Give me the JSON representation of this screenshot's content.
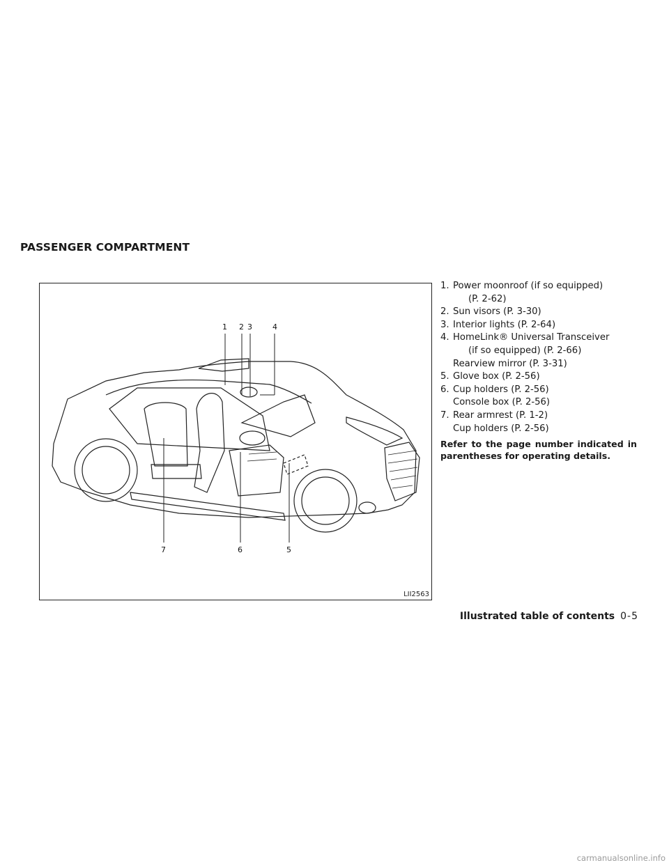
{
  "section_title": "PASSENGER COMPARTMENT",
  "figure": {
    "code": "LII2563",
    "callouts": [
      "1",
      "2",
      "3",
      "4",
      "5",
      "6",
      "7"
    ]
  },
  "legend": [
    {
      "num": "1.",
      "lines": [
        "Power moonroof (if so equipped)",
        "(P. 2-62)"
      ]
    },
    {
      "num": "2.",
      "lines": [
        "Sun visors (P. 3-30)"
      ]
    },
    {
      "num": "3.",
      "lines": [
        "Interior lights (P. 2-64)"
      ]
    },
    {
      "num": "4.",
      "lines": [
        "HomeLink® Universal Transceiver",
        "(if so equipped) (P. 2-66)",
        "Rearview mirror (P. 3-31)"
      ]
    },
    {
      "num": "5.",
      "lines": [
        "Glove box (P. 2-56)"
      ]
    },
    {
      "num": "6.",
      "lines": [
        "Cup holders (P. 2-56)",
        "Console box (P. 2-56)"
      ]
    },
    {
      "num": "7.",
      "lines": [
        "Rear armrest (P. 1-2)",
        "Cup holders (P. 2-56)"
      ]
    }
  ],
  "note": "Refer to the page number indicated in parentheses for operating details.",
  "footer": {
    "section": "Illustrated table of contents",
    "page": "0-5"
  },
  "watermark": "carmanualsonline.info"
}
